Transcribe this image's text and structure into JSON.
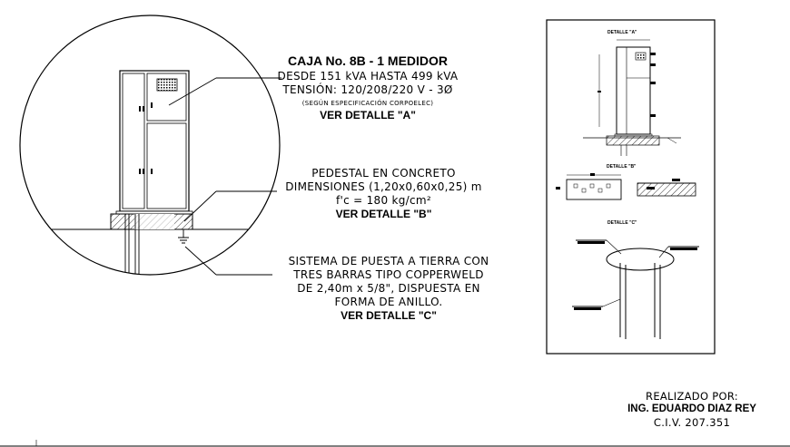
{
  "caja": {
    "title": "CAJA No. 8B - 1 MEDIDOR",
    "line1": "DESDE 151 kVA HASTA 499 kVA",
    "line2": "TENSIÓN: 120/208/220 V - 3Ø",
    "line3": "(SEGÚN ESPECIFICACIÓN CORPOELEC)",
    "ref": "VER DETALLE \"A\""
  },
  "pedestal": {
    "line1": "PEDESTAL EN CONCRETO",
    "line2": "DIMENSIONES (1,20x0,60x0,25) m",
    "line3": "f'c = 180 kg/cm²",
    "ref": "VER DETALLE \"B\""
  },
  "tierra": {
    "line1": "SISTEMA DE PUESTA A TIERRA CON",
    "line2": "TRES BARRAS TIPO COPPERWELD",
    "line3": "DE 2,40m x 5/8\", DISPUESTA EN",
    "line4": "FORMA DE ANILLO.",
    "ref": "VER DETALLE \"C\""
  },
  "details": {
    "a_title": "DETALLE \"A\"",
    "b_title": "DETALLE \"B\"",
    "c_title": "DETALLE \"C\""
  },
  "credits": {
    "label": "REALIZADO POR:",
    "name": "ING. EDUARDO DIAZ REY",
    "civ": "C.I.V. 207.351"
  }
}
